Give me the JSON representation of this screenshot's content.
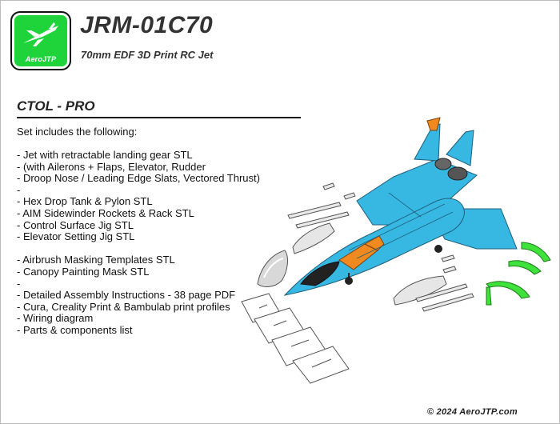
{
  "header": {
    "logo_text": "AeroJTP",
    "title": "JRM-01C70",
    "subtitle": "70mm EDF 3D Print RC Jet"
  },
  "section": {
    "title": "CTOL - PRO",
    "intro": "Set includes the following:"
  },
  "items": [
    {
      "text": "-  Jet with retractable landing gear STL"
    },
    {
      "text": "-  (with Ailerons + Flaps, Elevator, Rudder"
    },
    {
      "text": "-  Droop Nose / Leading Edge Slats, Vectored Thrust)"
    },
    {
      "text": "-"
    },
    {
      "text": "-  Hex Drop Tank & Pylon STL"
    },
    {
      "text": "-  AIM Sidewinder Rockets & Rack STL"
    },
    {
      "text": "-  Control Surface Jig STL"
    },
    {
      "text": "-  Elevator Setting Jig STL"
    },
    {
      "text": ""
    },
    {
      "text": "-  Airbrush Masking Templates STL"
    },
    {
      "text": "-  Canopy Painting Mask STL"
    },
    {
      "text": "-"
    },
    {
      "text": "-  Detailed Assembly Instructions - 38 page PDF"
    },
    {
      "text": "-  Cura, Creality Print & Bambulab print profiles"
    },
    {
      "text": "-  Wiring diagram"
    },
    {
      "text": "-  Parts & components list"
    }
  ],
  "footer": {
    "copyright": "© 2024  AeroJTP.com"
  },
  "colors": {
    "logo_green": "#1fd33a",
    "jet_blue": "#37b8e3",
    "jet_orange": "#f08a20",
    "jig_green": "#3ee23a"
  }
}
